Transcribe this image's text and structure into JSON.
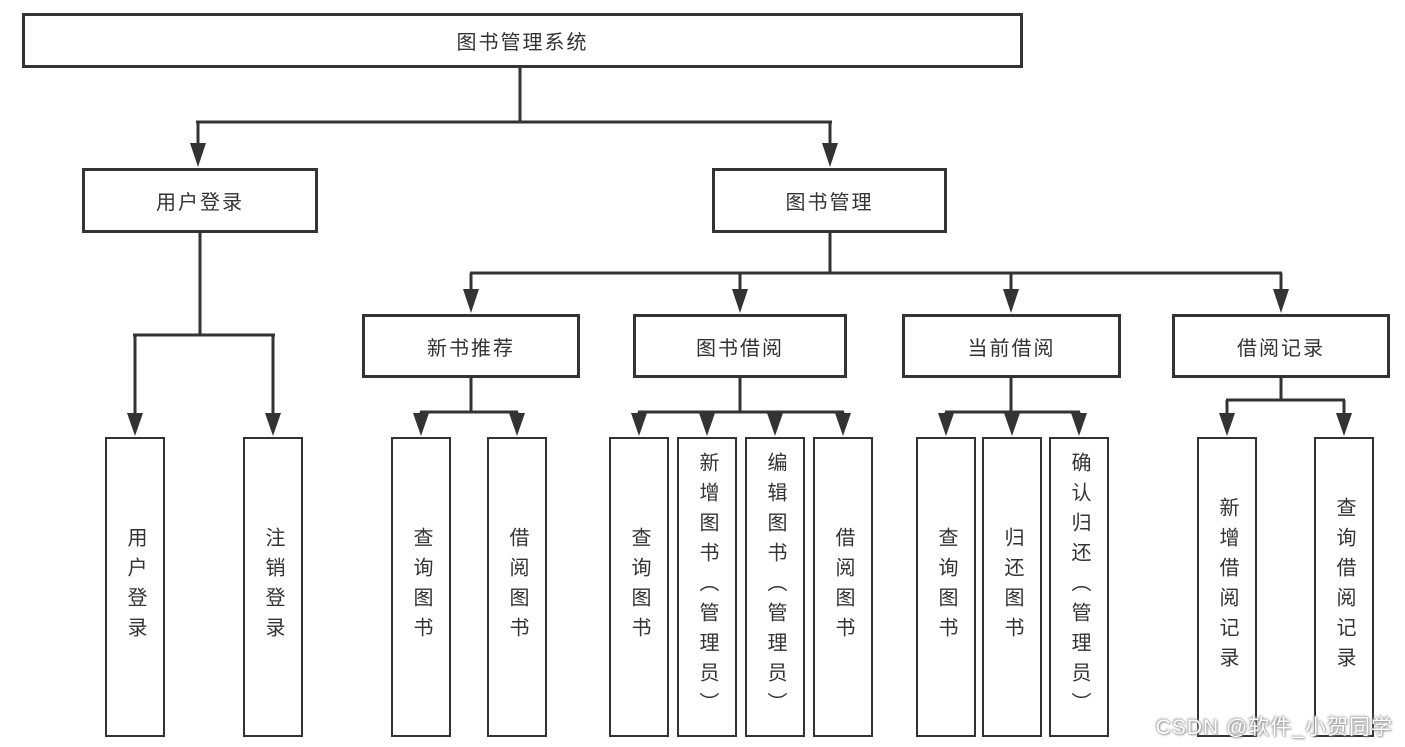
{
  "diagram": {
    "root": {
      "label": "图书管理系统"
    },
    "branches": [
      {
        "label": "用户登录",
        "children": [
          {
            "label": "用户登录"
          },
          {
            "label": "注销登录"
          }
        ]
      },
      {
        "label": "图书管理",
        "children": [
          {
            "label": "新书推荐",
            "children": [
              {
                "label": "查询图书"
              },
              {
                "label": "借阅图书"
              }
            ]
          },
          {
            "label": "图书借阅",
            "children": [
              {
                "label": "查询图书"
              },
              {
                "label": "新增图书（管理员）"
              },
              {
                "label": "编辑图书（管理员）"
              },
              {
                "label": "借阅图书"
              }
            ]
          },
          {
            "label": "当前借阅",
            "children": [
              {
                "label": "查询图书"
              },
              {
                "label": "归还图书"
              },
              {
                "label": "确认归还（管理员）"
              }
            ]
          },
          {
            "label": "借阅记录",
            "children": [
              {
                "label": "新增借阅记录"
              },
              {
                "label": "查询借阅记录"
              }
            ]
          }
        ]
      }
    ]
  },
  "watermark": {
    "text": "CSDN @软件_小贺同学"
  },
  "colors": {
    "line": "#333333",
    "box_border": "#333333",
    "box_fill": "#ffffff",
    "text": "#333333",
    "background": "#ffffff",
    "watermark_text": "#ffffff"
  }
}
